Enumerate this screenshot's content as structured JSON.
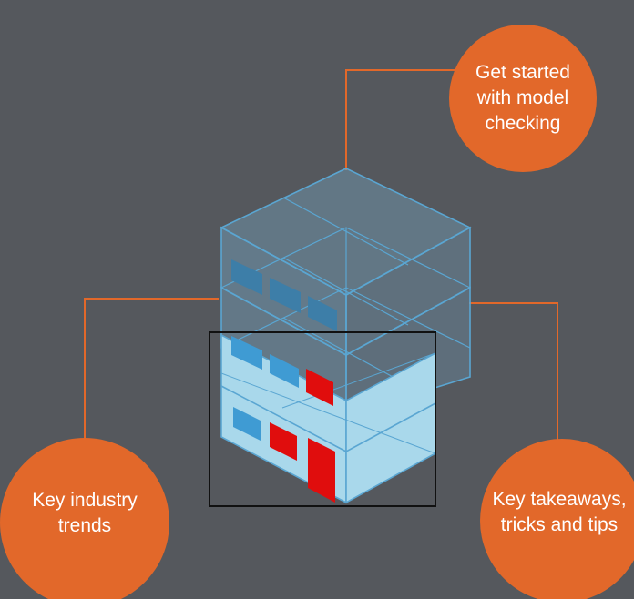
{
  "callouts": {
    "top": "Get started with model checking",
    "left": "Key industry trends",
    "right": "Key takeaways, tricks and tips"
  },
  "colors": {
    "background": "#55585d",
    "accent": "#e2682a",
    "building_edge": "#5aa6d2",
    "window_blue": "#3f9bd3",
    "door_red": "#e00d0d",
    "highlight_frame": "#111111"
  }
}
